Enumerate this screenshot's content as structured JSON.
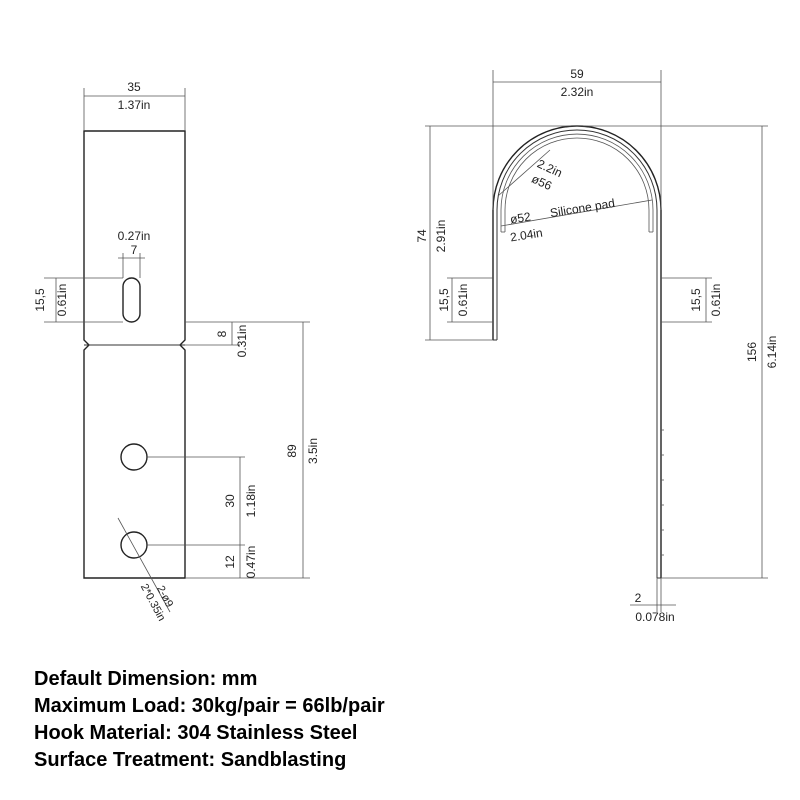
{
  "front_view": {
    "width_mm": "35",
    "width_in": "1.37in",
    "slot_width_in": "0.27in",
    "slot_width_mm": "7",
    "slot_height_mm": "15,5",
    "slot_height_in": "0.61in",
    "bend_mm": "8",
    "bend_in": "0.31in",
    "lower_mm": "89",
    "lower_in": "3.5in",
    "hole_spacing_mm": "30",
    "hole_spacing_in": "1.18in",
    "hole_bottom_mm": "12",
    "hole_bottom_in": "0.47in",
    "hole_dia_mm": "2-ø9",
    "hole_dia_in": "2*0.35in"
  },
  "side_view": {
    "width_mm": "59",
    "width_in": "2.32in",
    "height_mm": "74",
    "height_in": "2.91in",
    "radius_in": "2.2in",
    "outer_dia_mm": "ø56",
    "inner_dia_mm": "ø52",
    "inner_dia_in": "2.04in",
    "pad_label": "Silicone pad",
    "left_slot_mm": "15,5",
    "left_slot_in": "0.61in",
    "right_slot_mm": "15,5",
    "right_slot_in": "0.61in",
    "total_mm": "156",
    "total_in": "6.14in",
    "thickness_mm": "2",
    "thickness_in": "0.078in"
  },
  "notes": {
    "line1": "Default Dimension: mm",
    "line2": "Maximum Load: 30kg/pair = 66lb/pair",
    "line3": "Hook Material: 304 Stainless Steel",
    "line4": "Surface Treatment: Sandblasting"
  }
}
